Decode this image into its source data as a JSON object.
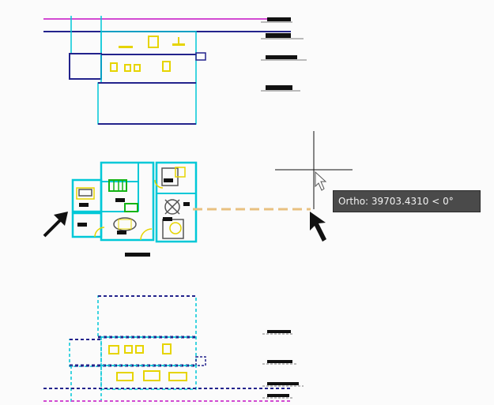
{
  "tooltip": {
    "label": "Ortho",
    "distance": "39703.4310",
    "angle": "0°",
    "text": "Ortho: 39703.4310 < 0°"
  },
  "colors": {
    "background": "#fbfbfb",
    "cyan": "#00c8d7",
    "yellow": "#e6d400",
    "magenta": "#d24ad2",
    "navy": "#23238c",
    "green": "#14b414",
    "tracking_dash": "#e8c080",
    "black": "#111111",
    "tooltip_bg": "#4a4a4a"
  },
  "icons": [
    "crosshair-cursor-icon",
    "arrow-pointer-icon",
    "annotation-arrow-icon"
  ]
}
